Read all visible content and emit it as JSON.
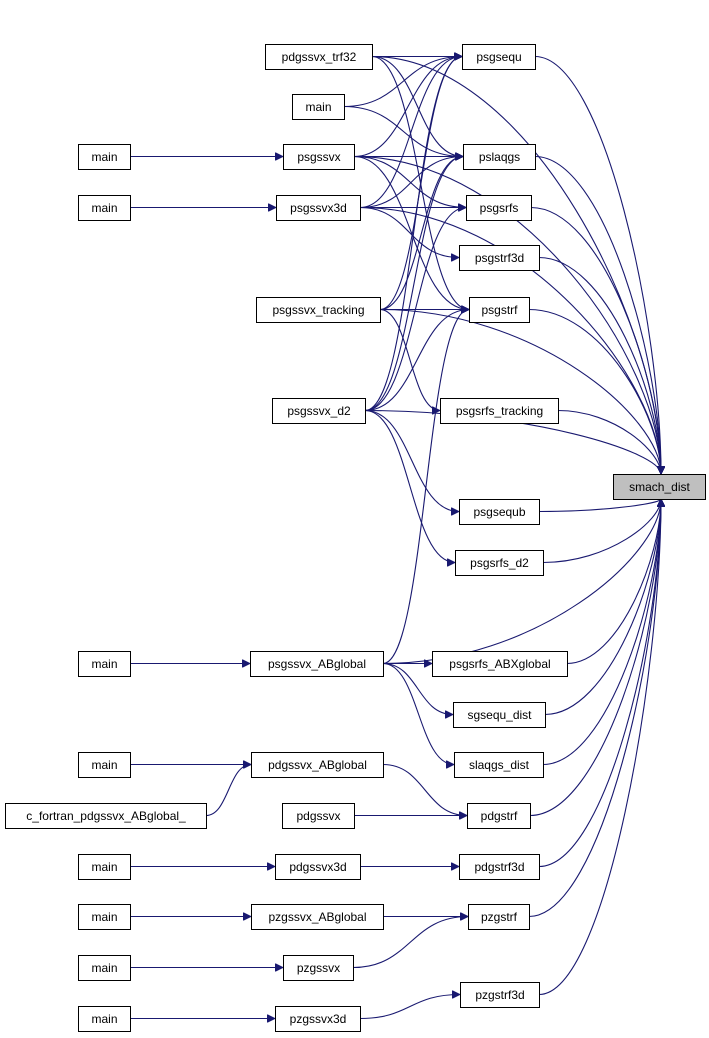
{
  "graph": {
    "target": "smach_dist",
    "edge_color": "#191970",
    "target_fill": "#bfbfbf",
    "nodes": [
      {
        "id": "smach",
        "label": "smach_dist"
      },
      {
        "id": "pdgssvx_trf32",
        "label": "pdgssvx_trf32"
      },
      {
        "id": "psgsequ",
        "label": "psgsequ"
      },
      {
        "id": "main1",
        "label": "main"
      },
      {
        "id": "main2",
        "label": "main"
      },
      {
        "id": "psgssvx",
        "label": "psgssvx"
      },
      {
        "id": "pslaqgs",
        "label": "pslaqgs"
      },
      {
        "id": "main3",
        "label": "main"
      },
      {
        "id": "psgssvx3d",
        "label": "psgssvx3d"
      },
      {
        "id": "psgsrfs",
        "label": "psgsrfs"
      },
      {
        "id": "psgstrf3d",
        "label": "psgstrf3d"
      },
      {
        "id": "psgssvx_tracking",
        "label": "psgssvx_tracking"
      },
      {
        "id": "psgstrf",
        "label": "psgstrf"
      },
      {
        "id": "psgssvx_d2",
        "label": "psgssvx_d2"
      },
      {
        "id": "psgsrfs_tracking",
        "label": "psgsrfs_tracking"
      },
      {
        "id": "psgsequb",
        "label": "psgsequb"
      },
      {
        "id": "psgsrfs_d2",
        "label": "psgsrfs_d2"
      },
      {
        "id": "main4",
        "label": "main"
      },
      {
        "id": "psgssvx_ABglobal",
        "label": "psgssvx_ABglobal"
      },
      {
        "id": "psgsrfs_ABXglobal",
        "label": "psgsrfs_ABXglobal"
      },
      {
        "id": "sgsequ_dist",
        "label": "sgsequ_dist"
      },
      {
        "id": "slaqgs_dist",
        "label": "slaqgs_dist"
      },
      {
        "id": "main5",
        "label": "main"
      },
      {
        "id": "pdgssvx_ABglobal",
        "label": "pdgssvx_ABglobal"
      },
      {
        "id": "c_fortran",
        "label": "c_fortran_pdgssvx_ABglobal_"
      },
      {
        "id": "pdgssvx",
        "label": "pdgssvx"
      },
      {
        "id": "pdgstrf",
        "label": "pdgstrf"
      },
      {
        "id": "main6",
        "label": "main"
      },
      {
        "id": "pdgssvx3d",
        "label": "pdgssvx3d"
      },
      {
        "id": "pdgstrf3d",
        "label": "pdgstrf3d"
      },
      {
        "id": "main7",
        "label": "main"
      },
      {
        "id": "pzgssvx_ABglobal",
        "label": "pzgssvx_ABglobal"
      },
      {
        "id": "pzgstrf",
        "label": "pzgstrf"
      },
      {
        "id": "main8",
        "label": "main"
      },
      {
        "id": "pzgssvx",
        "label": "pzgssvx"
      },
      {
        "id": "pzgstrf3d",
        "label": "pzgstrf3d"
      },
      {
        "id": "main9",
        "label": "main"
      },
      {
        "id": "pzgssvx3d",
        "label": "pzgssvx3d"
      }
    ],
    "edges": [
      [
        "pdgssvx_trf32",
        "psgsequ"
      ],
      [
        "pdgssvx_trf32",
        "pslaqgs"
      ],
      [
        "pdgssvx_trf32",
        "psgstrf"
      ],
      [
        "pdgssvx_trf32",
        "smach"
      ],
      [
        "psgsequ",
        "smach"
      ],
      [
        "main1",
        "psgsequ"
      ],
      [
        "main1",
        "pslaqgs"
      ],
      [
        "main2",
        "psgssvx"
      ],
      [
        "psgssvx",
        "psgsequ"
      ],
      [
        "psgssvx",
        "pslaqgs"
      ],
      [
        "psgssvx",
        "psgsrfs"
      ],
      [
        "psgssvx",
        "psgstrf"
      ],
      [
        "psgssvx",
        "smach"
      ],
      [
        "pslaqgs",
        "smach"
      ],
      [
        "main3",
        "psgssvx3d"
      ],
      [
        "psgssvx3d",
        "psgsequ"
      ],
      [
        "psgssvx3d",
        "pslaqgs"
      ],
      [
        "psgssvx3d",
        "psgsrfs"
      ],
      [
        "psgssvx3d",
        "psgstrf3d"
      ],
      [
        "psgssvx3d",
        "smach"
      ],
      [
        "psgsrfs",
        "smach"
      ],
      [
        "psgstrf3d",
        "smach"
      ],
      [
        "psgssvx_tracking",
        "psgsequ"
      ],
      [
        "psgssvx_tracking",
        "pslaqgs"
      ],
      [
        "psgssvx_tracking",
        "psgstrf"
      ],
      [
        "psgssvx_tracking",
        "psgsrfs_tracking"
      ],
      [
        "psgssvx_tracking",
        "smach"
      ],
      [
        "psgstrf",
        "smach"
      ],
      [
        "psgssvx_d2",
        "psgsequ"
      ],
      [
        "psgssvx_d2",
        "pslaqgs"
      ],
      [
        "psgssvx_d2",
        "psgsrfs"
      ],
      [
        "psgssvx_d2",
        "psgstrf"
      ],
      [
        "psgssvx_d2",
        "psgsequb"
      ],
      [
        "psgssvx_d2",
        "psgsrfs_d2"
      ],
      [
        "psgssvx_d2",
        "smach"
      ],
      [
        "psgsrfs_tracking",
        "smach"
      ],
      [
        "psgsequb",
        "smach"
      ],
      [
        "psgsrfs_d2",
        "smach"
      ],
      [
        "main4",
        "psgssvx_ABglobal"
      ],
      [
        "psgssvx_ABglobal",
        "psgstrf"
      ],
      [
        "psgssvx_ABglobal",
        "psgsrfs_ABXglobal"
      ],
      [
        "psgssvx_ABglobal",
        "sgsequ_dist"
      ],
      [
        "psgssvx_ABglobal",
        "slaqgs_dist"
      ],
      [
        "psgssvx_ABglobal",
        "smach"
      ],
      [
        "psgsrfs_ABXglobal",
        "smach"
      ],
      [
        "sgsequ_dist",
        "smach"
      ],
      [
        "slaqgs_dist",
        "smach"
      ],
      [
        "main5",
        "pdgssvx_ABglobal"
      ],
      [
        "c_fortran",
        "pdgssvx_ABglobal"
      ],
      [
        "pdgssvx_ABglobal",
        "pdgstrf"
      ],
      [
        "pdgssvx",
        "pdgstrf"
      ],
      [
        "pdgstrf",
        "smach"
      ],
      [
        "main6",
        "pdgssvx3d"
      ],
      [
        "pdgssvx3d",
        "pdgstrf3d"
      ],
      [
        "pdgstrf3d",
        "smach"
      ],
      [
        "main7",
        "pzgssvx_ABglobal"
      ],
      [
        "pzgssvx_ABglobal",
        "pzgstrf"
      ],
      [
        "main8",
        "pzgssvx"
      ],
      [
        "pzgssvx",
        "pzgstrf"
      ],
      [
        "pzgstrf",
        "smach"
      ],
      [
        "pzgstrf3d",
        "smach"
      ],
      [
        "main9",
        "pzgssvx3d"
      ],
      [
        "pzgssvx3d",
        "pzgstrf3d"
      ]
    ]
  }
}
